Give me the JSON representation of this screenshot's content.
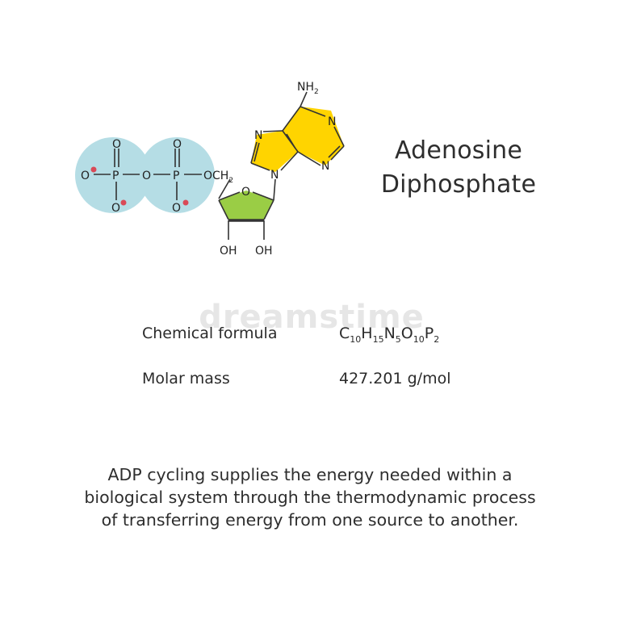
{
  "title": {
    "line1": "Adenosine",
    "line2": "Diphosphate"
  },
  "molecule": {
    "atoms": {
      "O": "O",
      "P": "P",
      "N": "N",
      "NH2": "NH",
      "NH2_sub": "2",
      "OCH2": "OCH",
      "OCH2_sub": "2",
      "OH": "OH"
    },
    "colors": {
      "phosphate_circle": "#b5dde5",
      "negative_charge": "#d94a57",
      "ribose_ring": "#9acd45",
      "adenine_ring": "#ffd400",
      "bond": "#333333"
    },
    "ring_atom_names": [
      "phosphate-group",
      "ribose-sugar",
      "adenine-base"
    ]
  },
  "watermark": {
    "text": "dreamstime"
  },
  "properties": {
    "formula_label": "Chemical formula",
    "formula_parts": [
      {
        "el": "C",
        "n": "10"
      },
      {
        "el": "H",
        "n": "15"
      },
      {
        "el": "N",
        "n": "5"
      },
      {
        "el": "O",
        "n": "10"
      },
      {
        "el": "P",
        "n": "2"
      }
    ],
    "mass_label": "Molar mass",
    "mass_value": "427.201 g/mol"
  },
  "description": {
    "line1": "ADP cycling supplies the energy needed within a",
    "line2": "biological system through the thermodynamic process",
    "line3": "of transferring energy from one source to another."
  }
}
